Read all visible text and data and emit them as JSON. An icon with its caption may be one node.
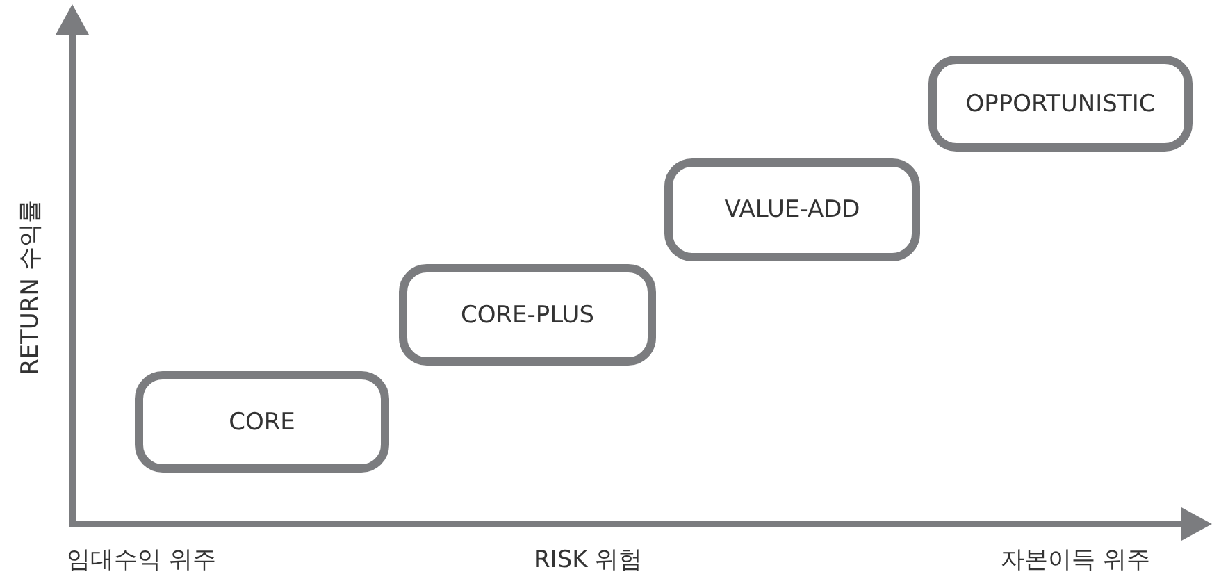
{
  "diagram": {
    "nodes": [
      {
        "text": [
          "CORE"
        ]
      },
      {
        "text": [
          "CORE-PLUS"
        ]
      },
      {
        "text": [
          "VALUE-ADD"
        ]
      },
      {
        "text": [
          "OPPORTUNISTIC"
        ]
      }
    ],
    "labels": [
      "RETURN 수익률",
      "임대수익 위주",
      "RISK 위험",
      "자본이득 위주"
    ]
  }
}
